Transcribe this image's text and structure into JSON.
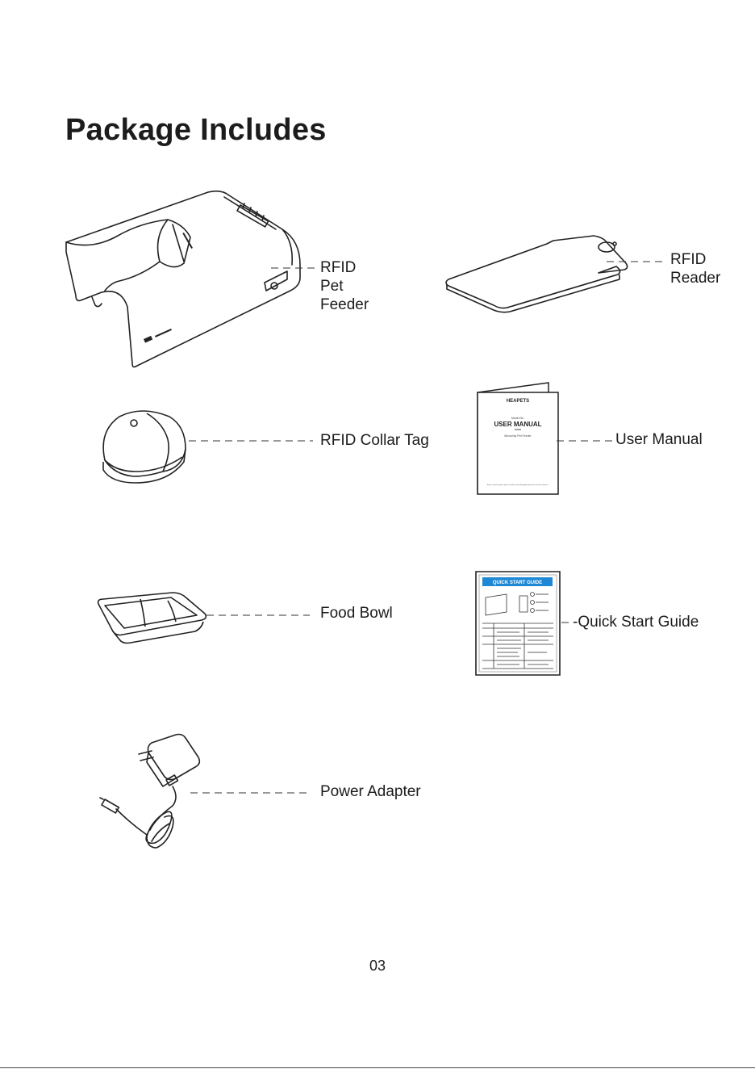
{
  "page": {
    "title": "Package Includes",
    "page_number": "03"
  },
  "items": {
    "feeder": "RFID Pet Feeder",
    "reader": "RFID Reader",
    "collar_tag": "RFID Collar Tag",
    "manual": "User Manual",
    "bowl": "Food Bowl",
    "quick_guide": "-Quick Start Guide",
    "adapter": "Power Adapter"
  },
  "manual_cover": {
    "brand": "HEAPETS",
    "model": "Model No.",
    "title": "USER MANUAL",
    "subtitle": "Microchip Pet Feeder",
    "footer": "Before using the product, please read this manual thoroughly and retain it for future reference."
  },
  "quick_guide_card": {
    "header": "QUICK START GUIDE"
  },
  "colors": {
    "quick_guide_header": "#1e88d4"
  }
}
